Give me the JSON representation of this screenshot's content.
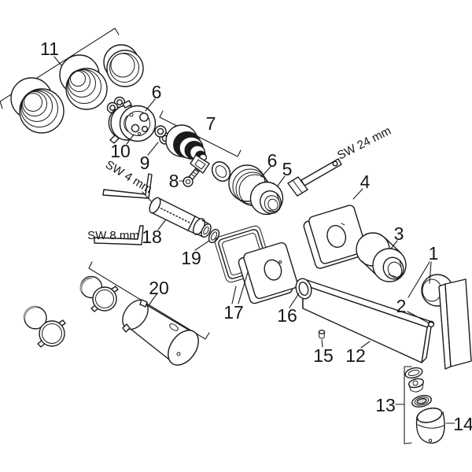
{
  "diagram": {
    "labels": {
      "p1": "1",
      "p2": "2",
      "p3": "3",
      "p4": "4",
      "p5": "5",
      "p6a": "6",
      "p6b": "6",
      "p7": "7",
      "p8": "8",
      "p9": "9",
      "p10": "10",
      "p11": "11",
      "p12": "12",
      "p13": "13",
      "p14": "14",
      "p15": "15",
      "p16": "16",
      "p17": "17",
      "p18": "18",
      "p19": "19",
      "p20": "20",
      "sw4": "SW 4 mm",
      "sw8": "SW 8 mm",
      "sw24": "SW 24 mm"
    },
    "colors": {
      "line": "#1b1b1b",
      "background": "#ffffff",
      "shading": "#9a9a9a"
    }
  }
}
